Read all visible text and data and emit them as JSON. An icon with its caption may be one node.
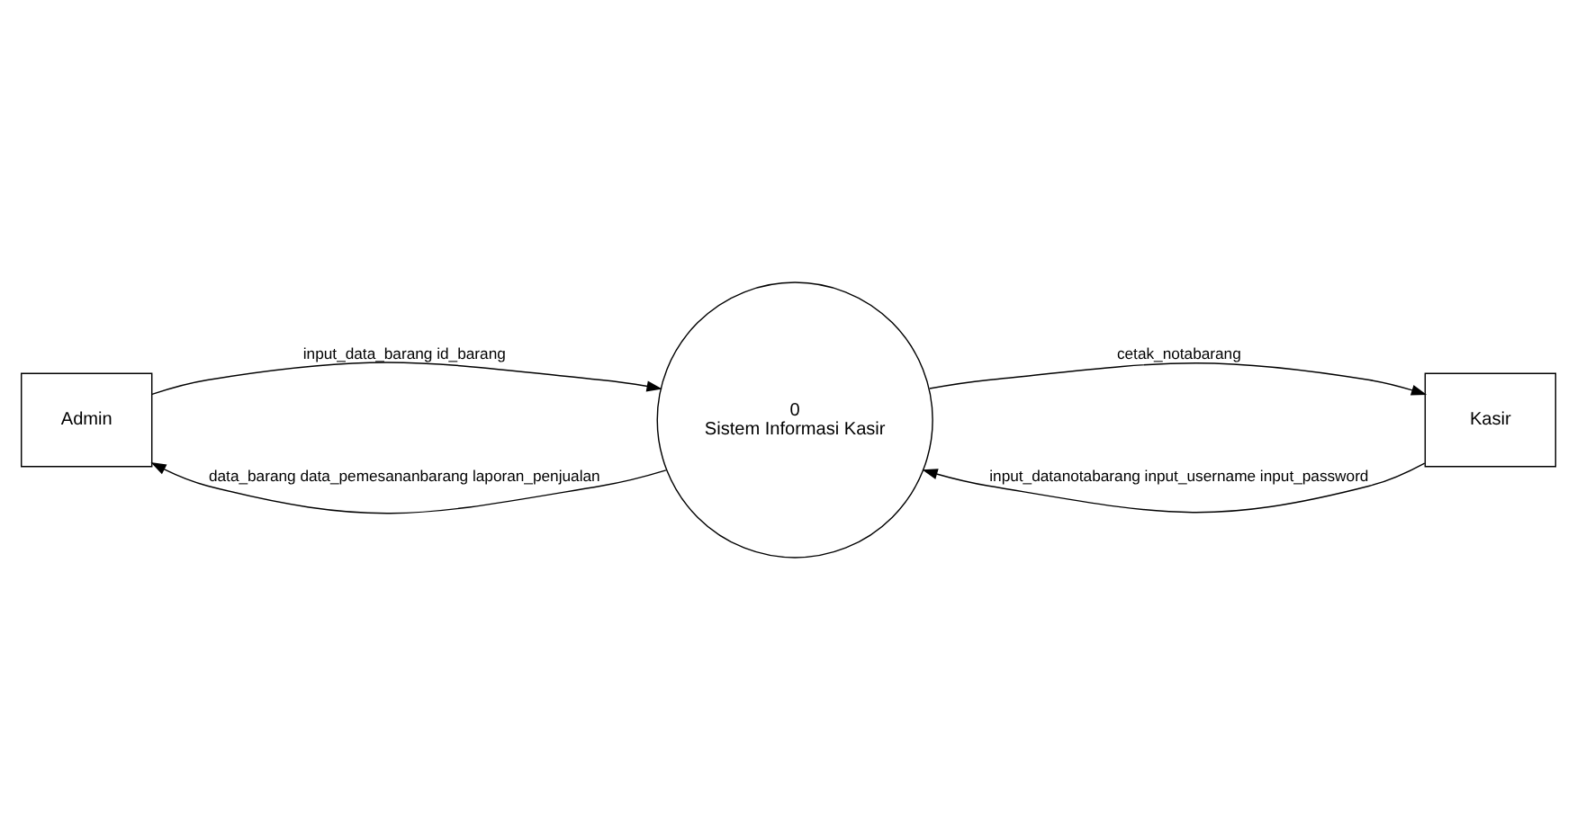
{
  "diagram": {
    "nodes": [
      {
        "text": [
          "Admin"
        ]
      },
      {
        "text": [
          "0",
          "Sistem Informasi Kasir"
        ]
      },
      {
        "text": [
          "Kasir"
        ]
      }
    ],
    "edges": [
      {
        "from": 1,
        "to": 0,
        "arrow": "to",
        "label": "data_barang data_pemesananbarang laporan_penjualan"
      },
      {
        "from": 0,
        "to": 1,
        "arrow": "to",
        "label": "input_data_barang id_barang"
      },
      {
        "from": 2,
        "to": 1,
        "arrow": "to",
        "label": "input_datanotabarang input_username input_password"
      },
      {
        "from": 1,
        "to": 2,
        "arrow": "to",
        "label": "cetak_notabarang"
      }
    ]
  }
}
